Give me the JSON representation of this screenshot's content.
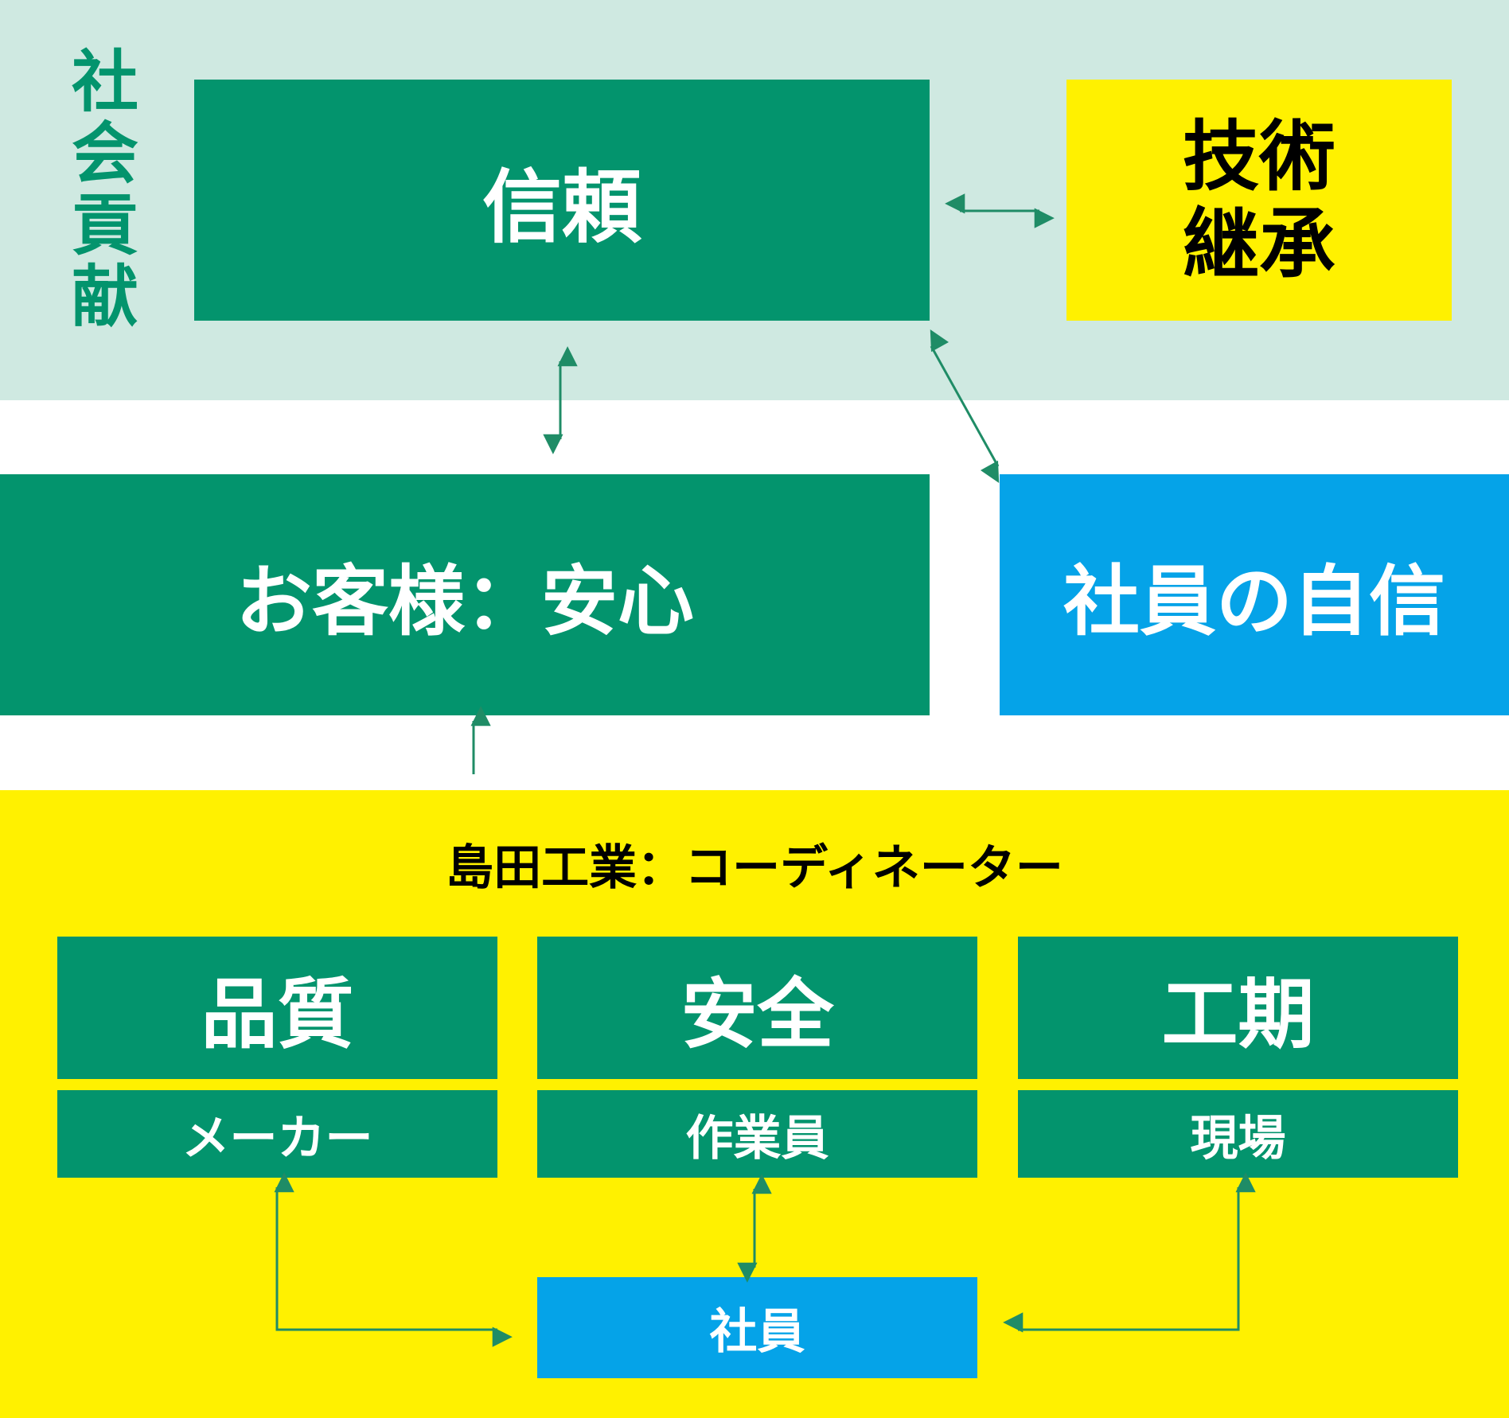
{
  "colors": {
    "light_teal": "#cfe9e1",
    "green": "#03946d",
    "yellow": "#fff100",
    "blue": "#05a3e8",
    "arrow": "#1f8c66"
  },
  "social": {
    "label": "社会貢献",
    "trust": "信頼",
    "tech_line1": "技術",
    "tech_line2": "継承"
  },
  "middle": {
    "customer": "お客様：安心",
    "employee_confidence": "社員の自信"
  },
  "bottom": {
    "coordinator": "島田工業：コーディネーター",
    "columns": [
      {
        "title": "品質",
        "sub": "メーカー"
      },
      {
        "title": "安全",
        "sub": "作業員"
      },
      {
        "title": "工期",
        "sub": "現場"
      }
    ],
    "employee": "社員"
  }
}
